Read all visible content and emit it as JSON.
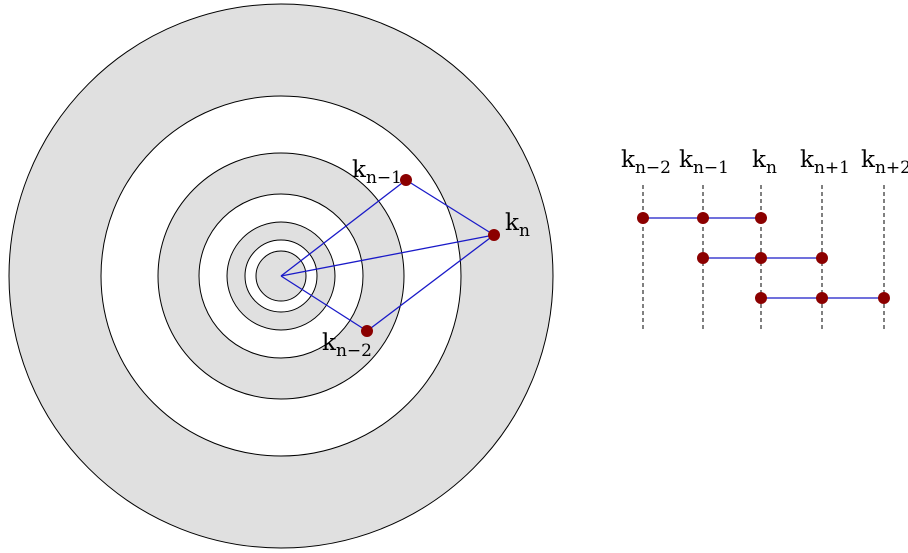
{
  "colors": {
    "shell": "#e0e0e0",
    "gap": "#ffffff",
    "stroke": "#000000",
    "edge": "#1a1ac8",
    "dot": "#8b0000"
  },
  "labels": {
    "k_base": "k",
    "sub_n": "n",
    "sub_n_minus_1": "n−1",
    "sub_n_minus_2": "n−2",
    "sub_n_plus_1": "n+1",
    "sub_n_plus_2": "n+2"
  },
  "concentric_rings": {
    "shaded_bands": 3,
    "white_bands": 3
  },
  "left_points": [
    {
      "id": "center",
      "label": ""
    },
    {
      "id": "k_n_minus_1",
      "label_sub": "n−1"
    },
    {
      "id": "k_n",
      "label_sub": "n"
    },
    {
      "id": "k_n_minus_2",
      "label_sub": "n−2"
    }
  ],
  "right_columns": [
    "n−2",
    "n−1",
    "n",
    "n+1",
    "n+2"
  ],
  "right_rows": [
    {
      "row": 1,
      "columns": [
        "n−2",
        "n−1",
        "n"
      ]
    },
    {
      "row": 2,
      "columns": [
        "n−1",
        "n",
        "n+1"
      ]
    },
    {
      "row": 3,
      "columns": [
        "n",
        "n+1",
        "n+2"
      ]
    }
  ]
}
